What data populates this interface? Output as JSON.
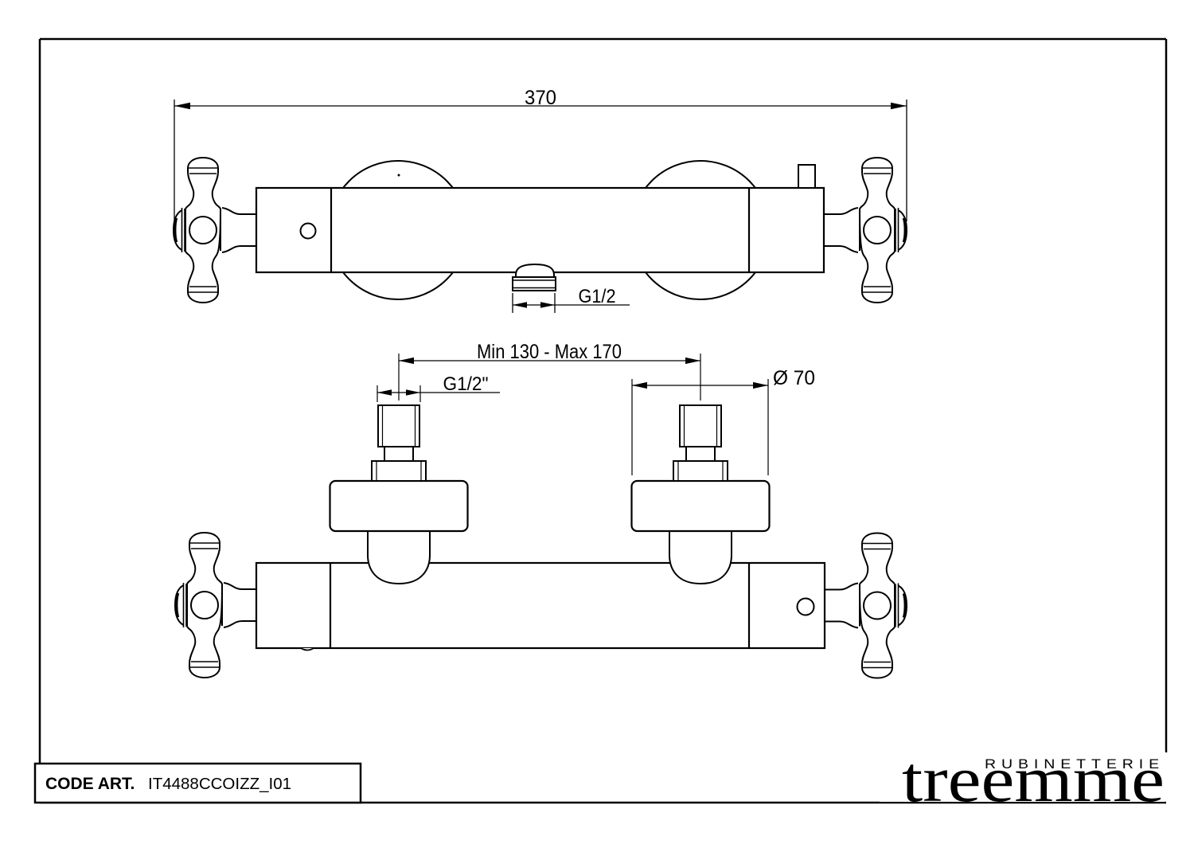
{
  "document_type": "technical-drawing",
  "title_block": {
    "label": "CODE ART.",
    "value": "IT4488CCOIZZ_I01"
  },
  "logo": {
    "tagline": "RUBINETTERIE",
    "brand": "treemme"
  },
  "top_view": {
    "overall_width": "370",
    "outlet_thread": "G1/2"
  },
  "front_view": {
    "inlet_spacing": "Min 130 - Max 170",
    "inlet_thread": "G1/2\"",
    "escutcheon_diameter": "Ø 70"
  },
  "colors": {
    "line": "#000000",
    "background": "#ffffff"
  }
}
